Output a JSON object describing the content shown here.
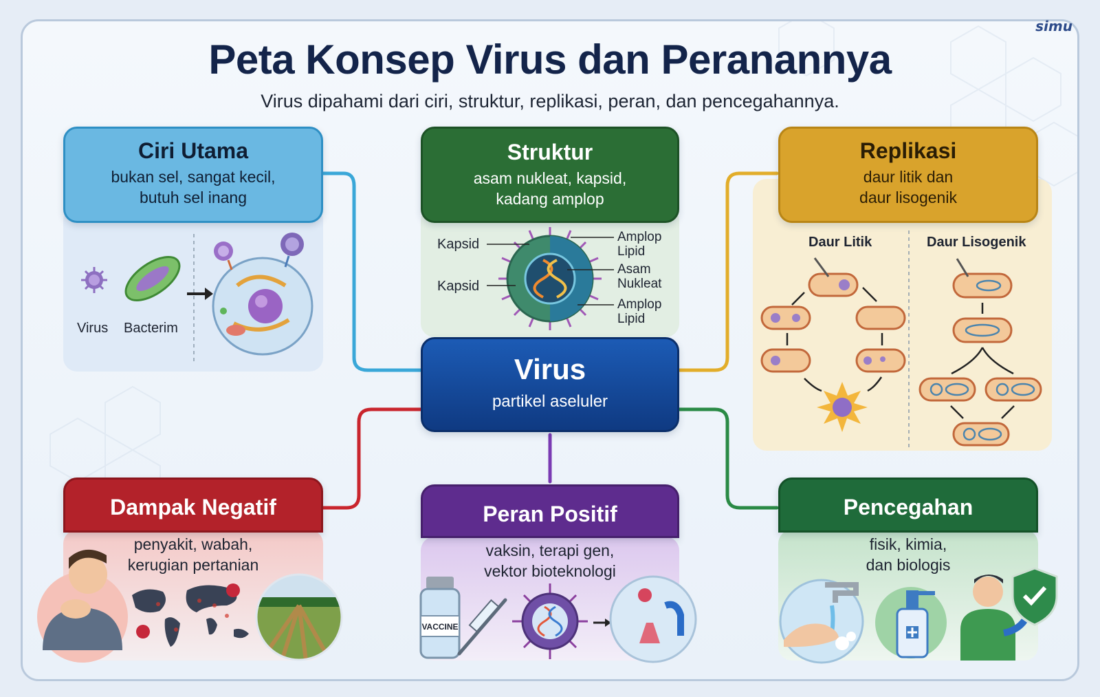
{
  "logo": "simu",
  "title": "Peta Konsep Virus dan Peranannya",
  "subtitle": "Virus dipahami dari ciri, struktur, replikasi, peran, dan pencegahannya.",
  "center": {
    "title": "Virus",
    "desc": "partikel aseluler"
  },
  "ciri": {
    "title": "Ciri Utama",
    "desc": "bukan sel, sangat kecil,\nbutuh sel inang",
    "label_virus": "Virus",
    "label_bacteria": "Bacterim"
  },
  "struktur": {
    "title": "Struktur",
    "desc": "asam nukleat, kapsid,\nkadang amplop",
    "labels": {
      "kapsid_top": "Kapsid",
      "kapsid_bottom": "Kapsid",
      "amplop_top": "Amplop\nLipid",
      "asam": "Asam\nNukleat",
      "amplop_bottom": "Amplop\nLipid"
    }
  },
  "replikasi": {
    "title": "Replikasi",
    "desc": "daur litik dan\ndaur lisogenik",
    "litik": "Daur Litik",
    "lisogenik": "Daur Lisogenik"
  },
  "dampak": {
    "title": "Dampak Negatif",
    "desc": "penyakit, wabah,\nkerugian pertanian"
  },
  "positif": {
    "title": "Peran Positif",
    "desc": "vaksin, terapi gen,\nvektor bioteknologi",
    "vaccine_label": "VACCINE"
  },
  "pencegahan": {
    "title": "Pencegahan",
    "desc": "fisik, kimia,\ndan biologis"
  },
  "colors": {
    "ciri": "#6ab8e2",
    "struktur": "#2b6e35",
    "replikasi": "#d9a32c",
    "center": "#14489a",
    "dampak": "#b3222a",
    "positif": "#5e2c8e",
    "pencegahan": "#1f6b3a"
  }
}
